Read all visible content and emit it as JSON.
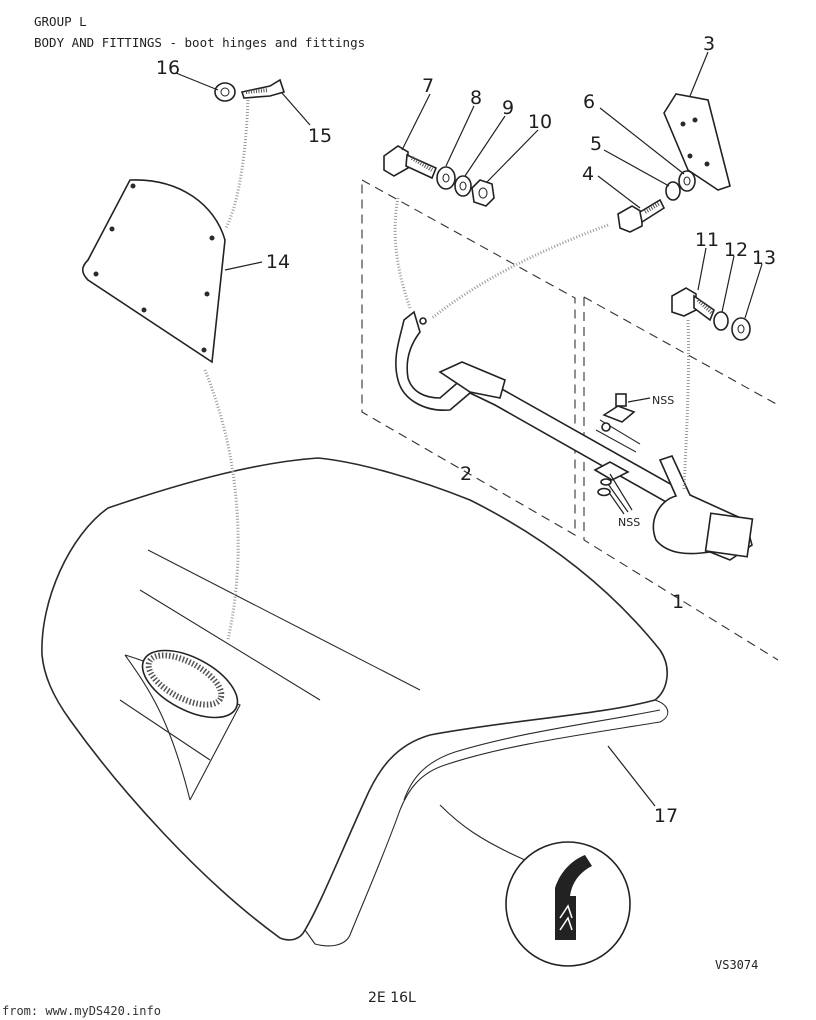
{
  "header": {
    "group": "GROUP L",
    "title": "BODY AND FITTINGS - boot hinges and fittings"
  },
  "callouts": {
    "c1": "1",
    "c2": "2",
    "c3": "3",
    "c4": "4",
    "c5": "5",
    "c6": "6",
    "c7": "7",
    "c8": "8",
    "c9": "9",
    "c10": "10",
    "c11": "11",
    "c12": "12",
    "c13": "13",
    "c14": "14",
    "c15": "15",
    "c16": "16",
    "c17": "17"
  },
  "nss_labels": {
    "upper": "NSS",
    "lower": "NSS"
  },
  "drawing_ref": "VS3074",
  "page_number": "2E 16L",
  "source": "from: www.myDS420.info"
}
